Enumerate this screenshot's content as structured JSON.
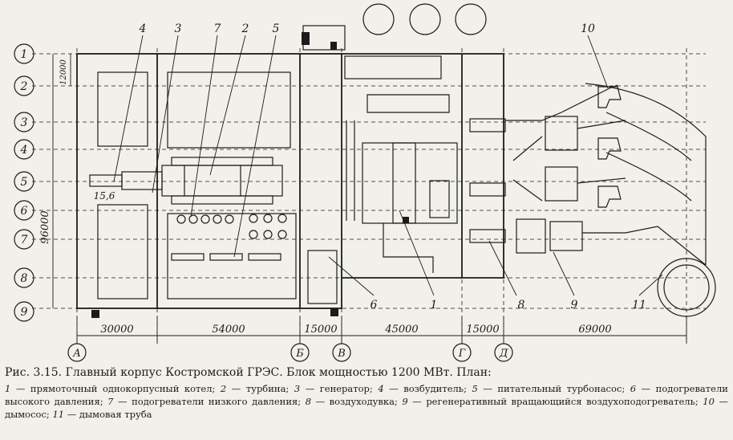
{
  "axes_rows": [
    "1",
    "2",
    "3",
    "4",
    "5",
    "6",
    "7",
    "8",
    "9"
  ],
  "axes_cols": [
    "А",
    "Б",
    "В",
    "Г",
    "Д"
  ],
  "item_markers": [
    "1",
    "2",
    "3",
    "4",
    "5",
    "6",
    "7",
    "8",
    "9",
    "10",
    "11"
  ],
  "dimensions": {
    "span_1": "30000",
    "span_2": "54000",
    "span_3": "15000",
    "span_4": "45000",
    "span_5": "15000",
    "span_6": "69000",
    "total_height": "96000",
    "module": "12000",
    "elevation": "15,6"
  },
  "caption": "Рис. 3.15. Главный корпус Костромской ГРЭС. Блок мощностью 1200 МВт. План:",
  "legend": [
    {
      "num": "1 —",
      "text": " прямоточный однокорпусный котел; "
    },
    {
      "num": "2 —",
      "text": " турбина; "
    },
    {
      "num": "3 —",
      "text": " генератор; "
    },
    {
      "num": "4 —",
      "text": " возбудитель; "
    },
    {
      "num": "5 —",
      "text": " питательный турбонасос; "
    },
    {
      "num": "6 —",
      "text": " подогреватели высокого давления; "
    },
    {
      "num": "7 —",
      "text": " подогреватели низкого давления; "
    },
    {
      "num": "8 —",
      "text": " воздуходувка; "
    },
    {
      "num": "9 —",
      "text": " регенеративный вращающийся воздухоподогреватель; "
    },
    {
      "num": "10 —",
      "text": " дымосос; "
    },
    {
      "num": "11 —",
      "text": " дымовая труба"
    }
  ]
}
